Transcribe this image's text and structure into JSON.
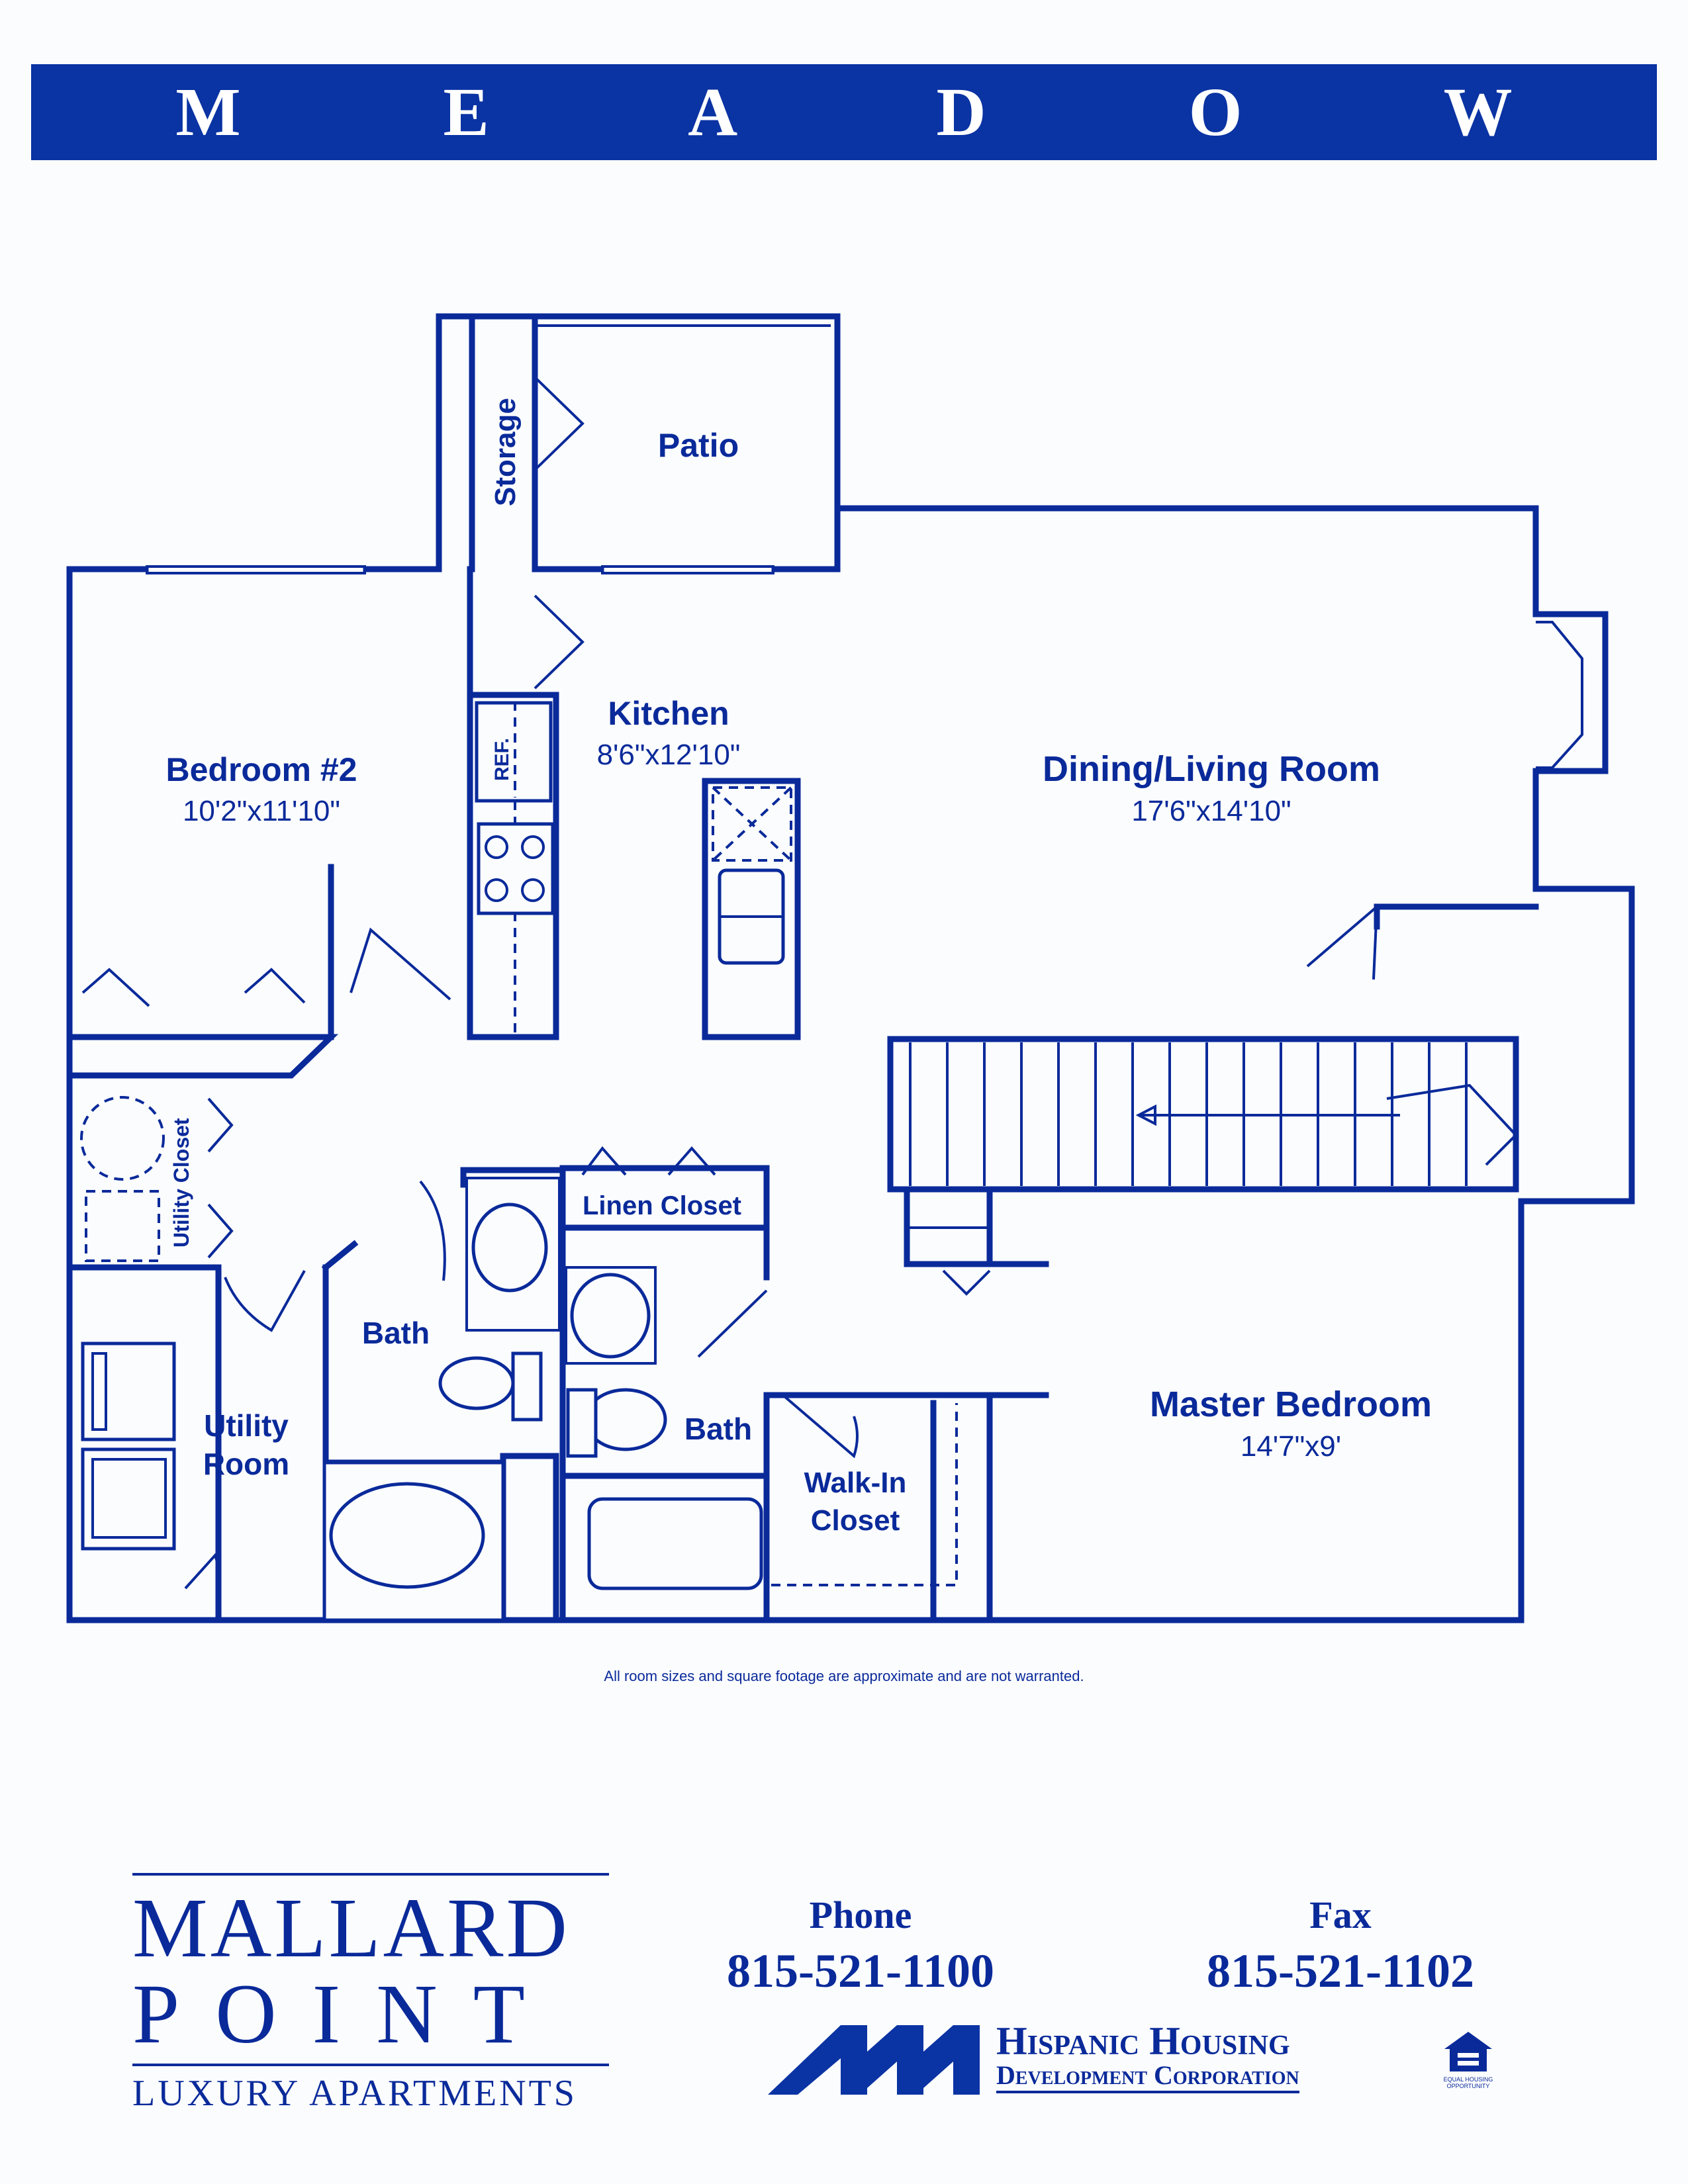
{
  "title": "M E A D O W",
  "rooms": {
    "storage": "Storage",
    "patio": "Patio",
    "kitchen": "Kitchen",
    "kitchen_dim": "8'6\"x12'10\"",
    "ref": "REF.",
    "bedroom2": "Bedroom #2",
    "bedroom2_dim": "10'2\"x11'10\"",
    "dining": "Dining/Living Room",
    "dining_dim": "17'6\"x14'10\"",
    "utility_closet": "Utility Closet",
    "linen_closet": "Linen Closet",
    "bath1": "Bath",
    "bath2": "Bath",
    "utility_room_1": "Utility",
    "utility_room_2": "Room",
    "walkin_1": "Walk-In",
    "walkin_2": "Closet",
    "master": "Master Bedroom",
    "master_dim": "14'7\"x9'"
  },
  "disclaimer": "All room sizes and square footage are approximate and are not warranted.",
  "brand": {
    "line1": "MALLARD",
    "line2": "POINT",
    "line3": "LUXURY APARTMENTS"
  },
  "contact": {
    "phone_label": "Phone",
    "phone": "815-521-1100",
    "fax_label": "Fax",
    "fax": "815-521-1102"
  },
  "developer": {
    "line1": "Hispanic Housing",
    "line2": "Development Corporation"
  },
  "equal_housing": "EQUAL HOUSING OPPORTUNITY",
  "colors": {
    "brand_blue": "#0a33a3",
    "line_blue": "#0a2a9a"
  }
}
